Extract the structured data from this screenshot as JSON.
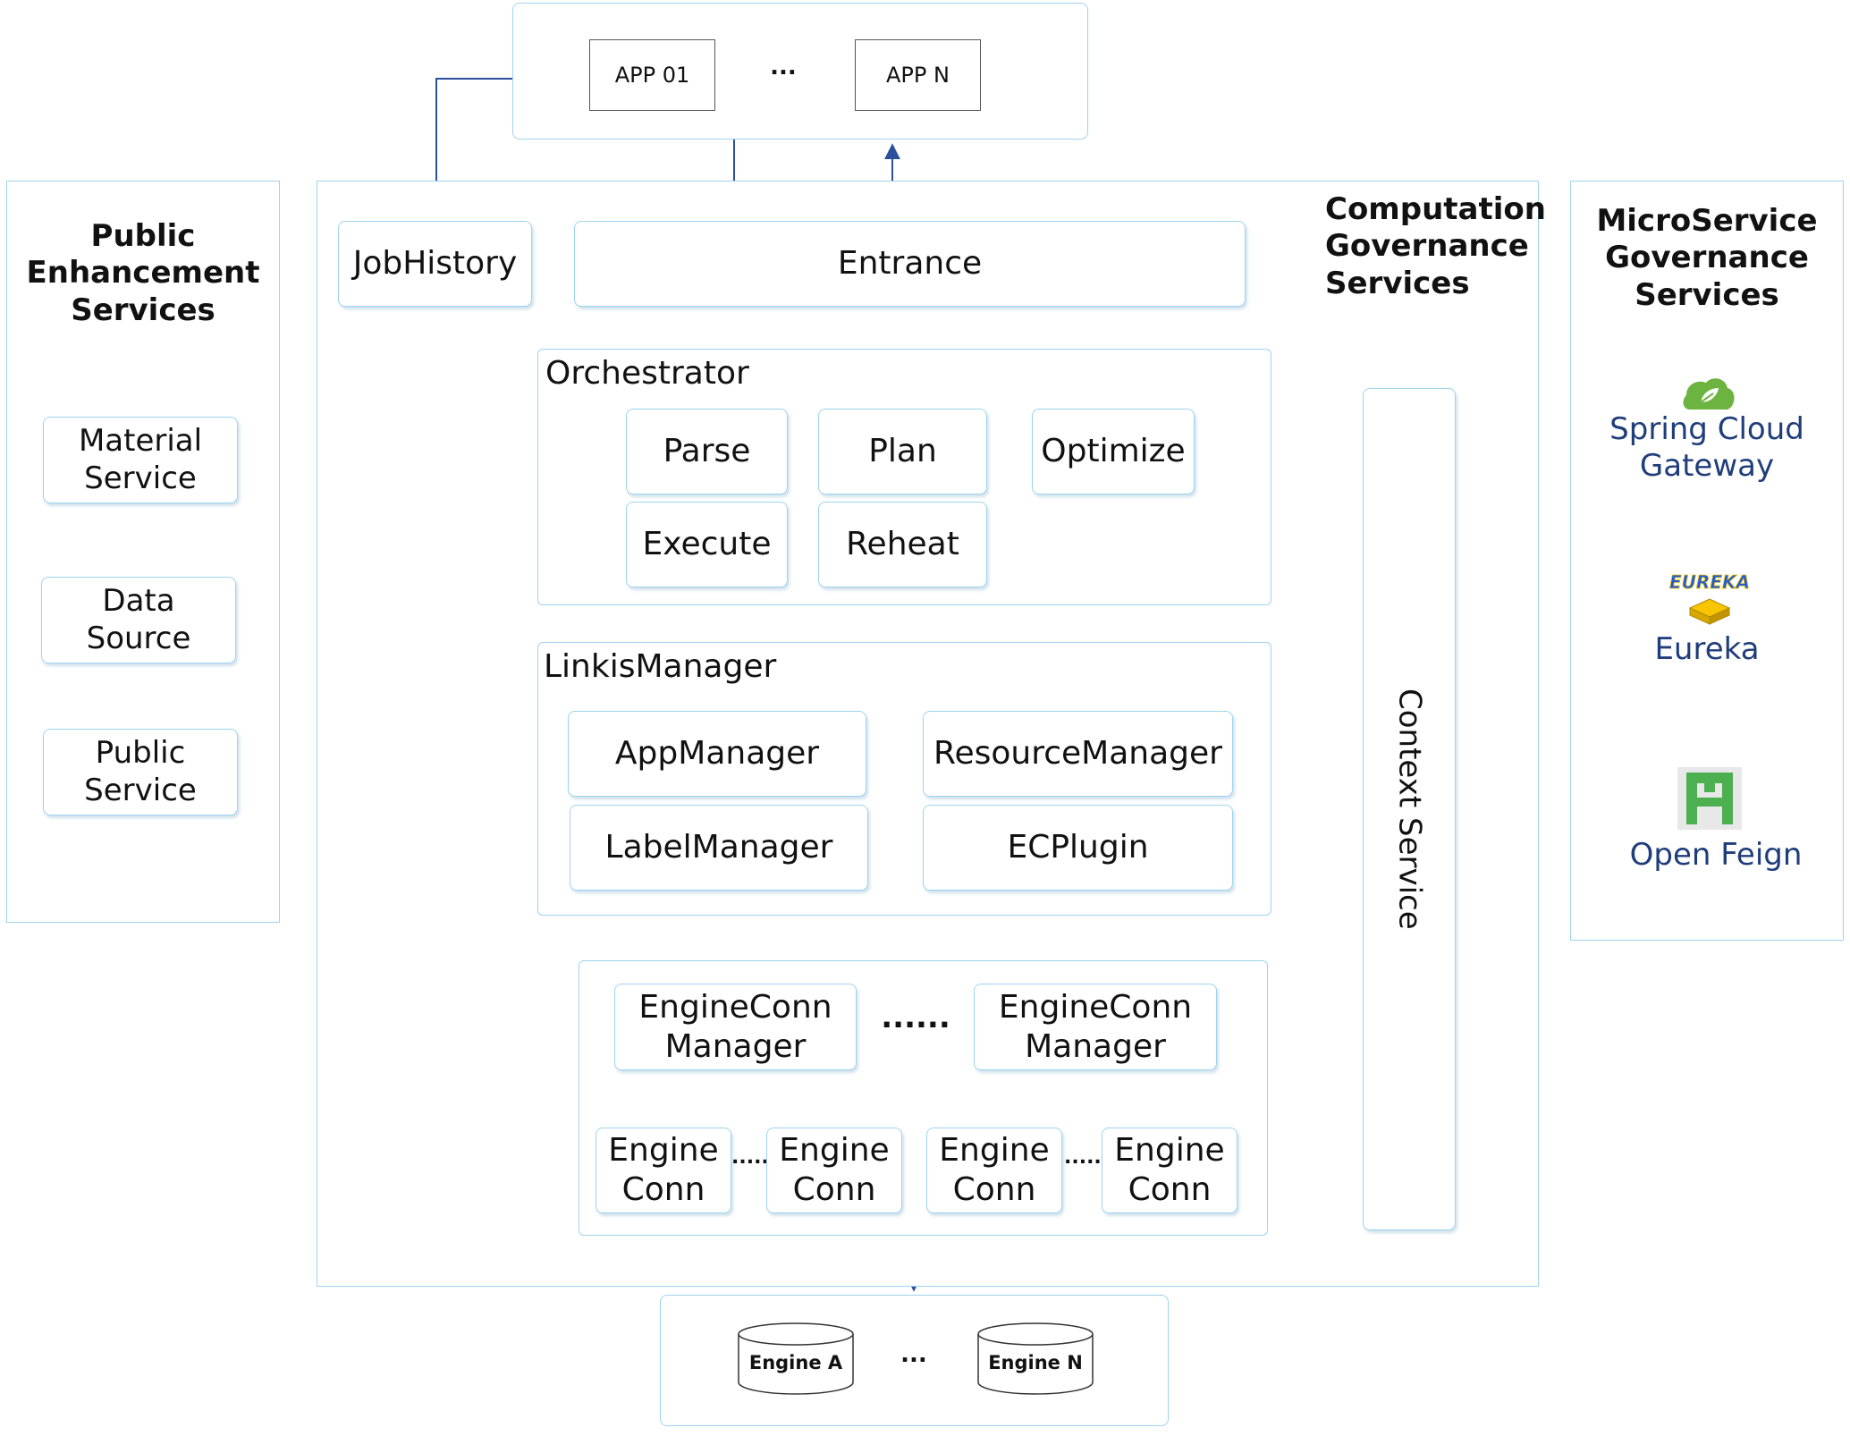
{
  "apps": {
    "app_first": "APP 01",
    "ellipsis": "...",
    "app_last": "APP N"
  },
  "public_enhancement": {
    "title": "Public\nEnhancement\nServices",
    "items": [
      "Material\nService",
      "Data\nSource",
      "Public\nService"
    ]
  },
  "computation": {
    "title": "Computation\nGovernance\nServices",
    "job_history": "JobHistory",
    "entrance": "Entrance",
    "orchestrator": {
      "title": "Orchestrator",
      "parse": "Parse",
      "plan": "Plan",
      "optimize": "Optimize",
      "execute": "Execute",
      "reheat": "Reheat"
    },
    "linkis_manager": {
      "title": "LinkisManager",
      "app_manager": "AppManager",
      "resource_manager": "ResourceManager",
      "label_manager": "LabelManager",
      "ec_plugin": "ECPlugin"
    },
    "engine": {
      "ecm_left": "EngineConn\nManager",
      "ecm_ellipsis": "......",
      "ecm_right": "EngineConn\nManager",
      "ec_1": "Engine\nConn",
      "ec_2": "Engine\nConn",
      "ec_3": "Engine\nConn",
      "ec_4": "Engine\nConn",
      "ec_ellipsis": "......"
    },
    "context_service": "Context Service"
  },
  "microservice": {
    "title": "MicroService\nGovernance\nServices",
    "spring": "Spring Cloud\nGateway",
    "eureka": "Eureka",
    "eureka_logo_text": "EUREKA",
    "feign": "Open Feign"
  },
  "engines": {
    "engine_first": "Engine A",
    "ellipsis": "...",
    "engine_last": "Engine N"
  },
  "colors": {
    "border": "#9fd3ee",
    "arrow": "#2b4f9a",
    "accent_text": "#1f3d7a",
    "spring_green": "#6db33f",
    "feign_green": "#4caf50"
  }
}
